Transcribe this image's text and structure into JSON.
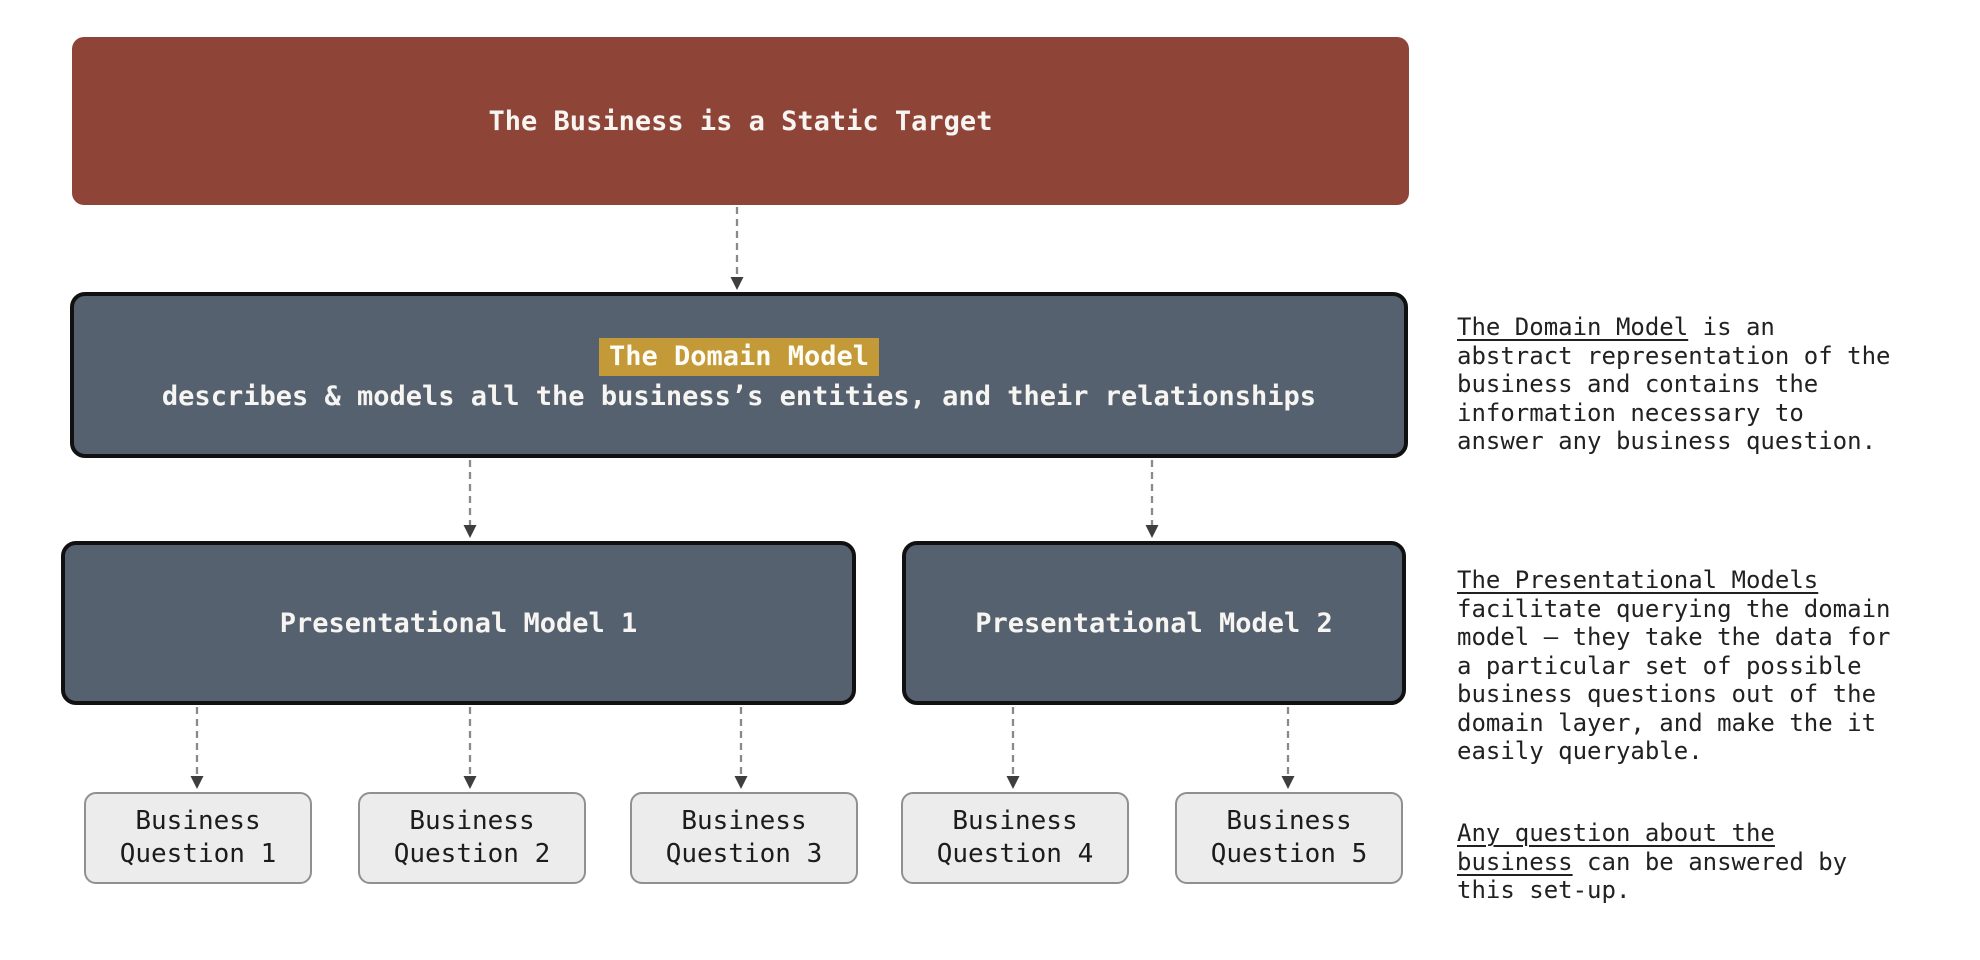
{
  "colors": {
    "canvas_bg": "#ffffff",
    "business_box_bg": "#8e4436",
    "model_box_bg": "#566170",
    "model_box_border": "#111111",
    "highlight_bg": "#c49a38",
    "question_box_bg": "#ececec",
    "question_box_border": "#909090",
    "box_text": "#f7f5f1",
    "body_text": "#212121",
    "arrow": "#8a8a8a",
    "arrowhead": "#3e3e3e"
  },
  "diagram": {
    "business_target_box": {
      "label": "The Business is a Static Target"
    },
    "domain_model_box": {
      "title": "The Domain Model",
      "subtitle": "describes & models all the business’s entities, and their relationships"
    },
    "presentational_model_boxes": [
      {
        "label": "Presentational Model 1"
      },
      {
        "label": "Presentational Model 2"
      }
    ],
    "business_question_boxes": [
      {
        "line1": "Business",
        "line2": "Question 1"
      },
      {
        "line1": "Business",
        "line2": "Question 2"
      },
      {
        "line1": "Business",
        "line2": "Question 3"
      },
      {
        "line1": "Business",
        "line2": "Question 4"
      },
      {
        "line1": "Business",
        "line2": "Question 5"
      }
    ]
  },
  "annotations": [
    {
      "underlined": "The Domain Model",
      "rest": " is an abstract representation of the business and contains the information necessary to answer any business question."
    },
    {
      "underlined": "The Presentational Models",
      "rest": " facilitate querying the domain model — they take the data for a particular set of possible business questions out of the domain layer, and make the it easily queryable."
    },
    {
      "underlined": "Any question about the business",
      "rest": " can be answered by this set-up."
    }
  ]
}
